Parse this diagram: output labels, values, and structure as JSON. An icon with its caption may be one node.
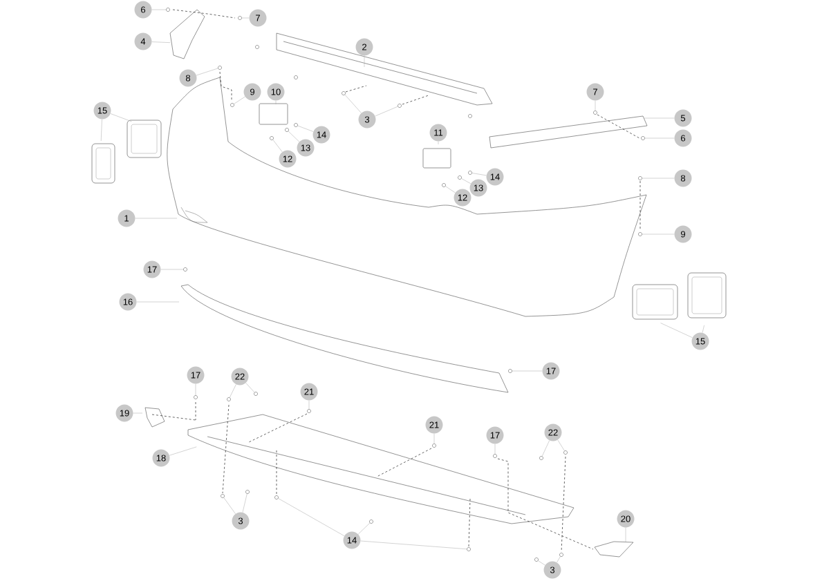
{
  "diagram": {
    "nodes": [
      {
        "text": [
          "6"
        ]
      },
      {
        "text": [
          "7"
        ]
      },
      {
        "text": [
          "4"
        ]
      },
      {
        "text": [
          "2"
        ]
      },
      {
        "text": [
          "8"
        ]
      },
      {
        "text": [
          "9"
        ]
      },
      {
        "text": [
          "10"
        ]
      },
      {
        "text": [
          "3"
        ]
      },
      {
        "text": [
          "15"
        ]
      },
      {
        "text": [
          "14"
        ]
      },
      {
        "text": [
          "13"
        ]
      },
      {
        "text": [
          "12"
        ]
      },
      {
        "text": [
          "7"
        ]
      },
      {
        "text": [
          "5"
        ]
      },
      {
        "text": [
          "11"
        ]
      },
      {
        "text": [
          "6"
        ]
      },
      {
        "text": [
          "14"
        ]
      },
      {
        "text": [
          "13"
        ]
      },
      {
        "text": [
          "12"
        ]
      },
      {
        "text": [
          "8"
        ]
      },
      {
        "text": [
          "1"
        ]
      },
      {
        "text": [
          "9"
        ]
      },
      {
        "text": [
          "17"
        ]
      },
      {
        "text": [
          "16"
        ]
      },
      {
        "text": [
          "15"
        ]
      },
      {
        "text": [
          "17"
        ]
      },
      {
        "text": [
          "17"
        ]
      },
      {
        "text": [
          "22"
        ]
      },
      {
        "text": [
          "21"
        ]
      },
      {
        "text": [
          "19"
        ]
      },
      {
        "text": [
          "18"
        ]
      },
      {
        "text": [
          "21"
        ]
      },
      {
        "text": [
          "17"
        ]
      },
      {
        "text": [
          "22"
        ]
      },
      {
        "text": [
          "3"
        ]
      },
      {
        "text": [
          "20"
        ]
      },
      {
        "text": [
          "14"
        ]
      },
      {
        "text": [
          "3"
        ]
      },
      {
        "text": [],
        "shape": "circle"
      },
      {
        "text": [],
        "shape": "circle"
      },
      {
        "text": [],
        "shape": "circle"
      },
      {
        "text": [],
        "shape": "circle"
      },
      {
        "text": [],
        "shape": "circle"
      },
      {
        "text": [],
        "shape": "circle"
      },
      {
        "text": [],
        "shape": "circle"
      },
      {
        "text": [],
        "shape": "circle"
      },
      {
        "text": [],
        "shape": "circle"
      },
      {
        "text": [],
        "shape": "circle"
      },
      {
        "text": [],
        "shape": "circle"
      },
      {
        "text": [],
        "shape": "circle"
      },
      {
        "text": [],
        "shape": "circle"
      },
      {
        "text": [],
        "shape": "circle"
      },
      {
        "text": [],
        "shape": "circle"
      },
      {
        "text": [],
        "shape": "circle"
      },
      {
        "text": [],
        "shape": "circle"
      },
      {
        "text": [],
        "shape": "circle"
      },
      {
        "text": [],
        "shape": "circle"
      },
      {
        "text": [],
        "shape": "circle"
      },
      {
        "text": [],
        "shape": "circle"
      },
      {
        "text": [],
        "shape": "circle"
      },
      {
        "text": [],
        "shape": "circle"
      },
      {
        "text": [],
        "shape": "circle"
      },
      {
        "text": [],
        "shape": "circle"
      },
      {
        "text": [],
        "shape": "circle"
      },
      {
        "text": [],
        "shape": "circle"
      },
      {
        "text": [],
        "shape": "circle"
      },
      {
        "text": [],
        "shape": "circle"
      },
      {
        "text": [],
        "shape": "circle"
      },
      {
        "text": [],
        "shape": "circle"
      },
      {
        "text": [],
        "shape": "circle"
      },
      {
        "text": [],
        "shape": "circle"
      }
    ],
    "edges": [
      {
        "from": 0,
        "to": 38,
        "arrow": "none"
      },
      {
        "from": 1,
        "to": 39,
        "arrow": "none"
      },
      {
        "from": 2,
        "to": null,
        "arrow": "none"
      },
      {
        "from": 3,
        "to": null,
        "arrow": "none"
      },
      {
        "from": 4,
        "to": 40,
        "arrow": "none"
      },
      {
        "from": 5,
        "to": 41,
        "arrow": "none"
      },
      {
        "from": 6,
        "to": null,
        "arrow": "none"
      },
      {
        "from": 7,
        "to": 42,
        "arrow": "none"
      },
      {
        "from": 7,
        "to": 43,
        "arrow": "none"
      },
      {
        "from": 8,
        "to": null,
        "arrow": "none"
      },
      {
        "from": 8,
        "to": null,
        "arrow": "none"
      },
      {
        "from": 9,
        "to": 44,
        "arrow": "none"
      },
      {
        "from": 10,
        "to": 45,
        "arrow": "none"
      },
      {
        "from": 11,
        "to": 46,
        "arrow": "none"
      },
      {
        "from": 12,
        "to": 47,
        "arrow": "none"
      },
      {
        "from": 13,
        "to": null,
        "arrow": "none"
      },
      {
        "from": 14,
        "to": null,
        "arrow": "none"
      },
      {
        "from": 15,
        "to": 48,
        "arrow": "none"
      },
      {
        "from": 16,
        "to": 49,
        "arrow": "none"
      },
      {
        "from": 17,
        "to": 50,
        "arrow": "none"
      },
      {
        "from": 18,
        "to": 51,
        "arrow": "none"
      },
      {
        "from": 19,
        "to": 52,
        "arrow": "none"
      },
      {
        "from": 20,
        "to": null,
        "arrow": "none"
      },
      {
        "from": 21,
        "to": 53,
        "arrow": "none"
      },
      {
        "from": 22,
        "to": 54,
        "arrow": "none"
      },
      {
        "from": 23,
        "to": null,
        "arrow": "none"
      },
      {
        "from": 24,
        "to": null,
        "arrow": "none"
      },
      {
        "from": 24,
        "to": null,
        "arrow": "none"
      },
      {
        "from": 25,
        "to": 55,
        "arrow": "none"
      },
      {
        "from": 26,
        "to": 56,
        "arrow": "none"
      },
      {
        "from": 27,
        "to": 57,
        "arrow": "none"
      },
      {
        "from": 27,
        "to": 58,
        "arrow": "none"
      },
      {
        "from": 28,
        "to": 59,
        "arrow": "none"
      },
      {
        "from": 29,
        "to": null,
        "arrow": "none"
      },
      {
        "from": 30,
        "to": null,
        "arrow": "none"
      },
      {
        "from": 31,
        "to": 60,
        "arrow": "none"
      },
      {
        "from": 32,
        "to": 61,
        "arrow": "none"
      },
      {
        "from": 33,
        "to": 62,
        "arrow": "none"
      },
      {
        "from": 33,
        "to": 63,
        "arrow": "none"
      },
      {
        "from": 34,
        "to": 64,
        "arrow": "none"
      },
      {
        "from": 34,
        "to": 65,
        "arrow": "none"
      },
      {
        "from": 35,
        "to": null,
        "arrow": "none"
      },
      {
        "from": 36,
        "to": 66,
        "arrow": "none"
      },
      {
        "from": 36,
        "to": 67,
        "arrow": "none"
      },
      {
        "from": 36,
        "to": 68,
        "arrow": "none"
      },
      {
        "from": 37,
        "to": 69,
        "arrow": "none"
      },
      {
        "from": 37,
        "to": 70,
        "arrow": "none"
      }
    ]
  }
}
